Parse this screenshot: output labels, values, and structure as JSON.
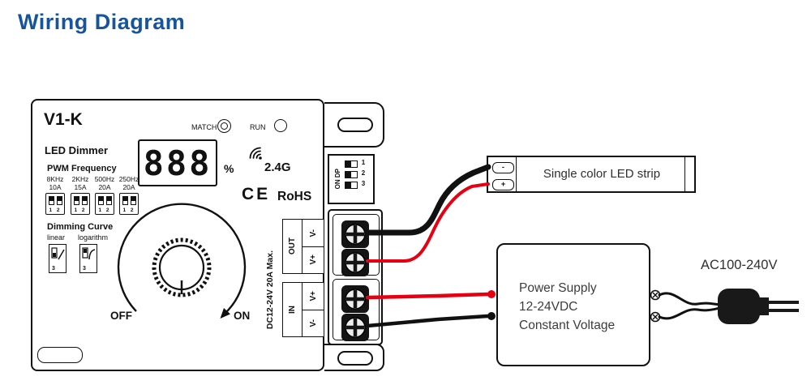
{
  "title": "Wiring Diagram",
  "device": {
    "model": "V1-K",
    "type_label": "LED Dimmer",
    "match_label": "MATCH",
    "run_label": "RUN",
    "display_value": "888",
    "display_unit": "%",
    "rf_label": "2.4G",
    "ce_label": "CE",
    "rohs_label": "RoHS",
    "pwm": {
      "title": "PWM Frequency",
      "columns": [
        {
          "freq": "8KHz",
          "current": "10A",
          "pins": "1 2"
        },
        {
          "freq": "2KHz",
          "current": "15A",
          "pins": "1 2"
        },
        {
          "freq": "500Hz",
          "current": "20A",
          "pins": "1 2"
        },
        {
          "freq": "250Hz",
          "current": "20A",
          "pins": "1 2"
        }
      ]
    },
    "dimming_curve": {
      "title": "Dimming Curve",
      "options": [
        {
          "label": "linear",
          "pin": "3"
        },
        {
          "label": "logarithm",
          "pin": "3"
        }
      ]
    },
    "knob": {
      "off_label": "OFF",
      "on_label": "ON"
    },
    "io": {
      "rating": "DC12-24V  20A Max.",
      "out": {
        "group": "OUT",
        "cells": [
          "V-",
          "V+"
        ]
      },
      "in": {
        "group": "IN",
        "cells": [
          "V+",
          "V-"
        ]
      }
    },
    "dip": {
      "label": "ON DP",
      "pins": [
        "1",
        "2",
        "3"
      ]
    }
  },
  "led_strip": {
    "minus": "-",
    "plus": "+",
    "label": "Single color LED strip"
  },
  "power_supply": {
    "line1": "Power Supply",
    "line2": "12-24VDC",
    "line3": "Constant Voltage"
  },
  "mains": {
    "label": "AC100-240V"
  },
  "colors": {
    "accent_blue": "#16549c",
    "wire_red": "#e60012",
    "wire_black": "#111111"
  }
}
